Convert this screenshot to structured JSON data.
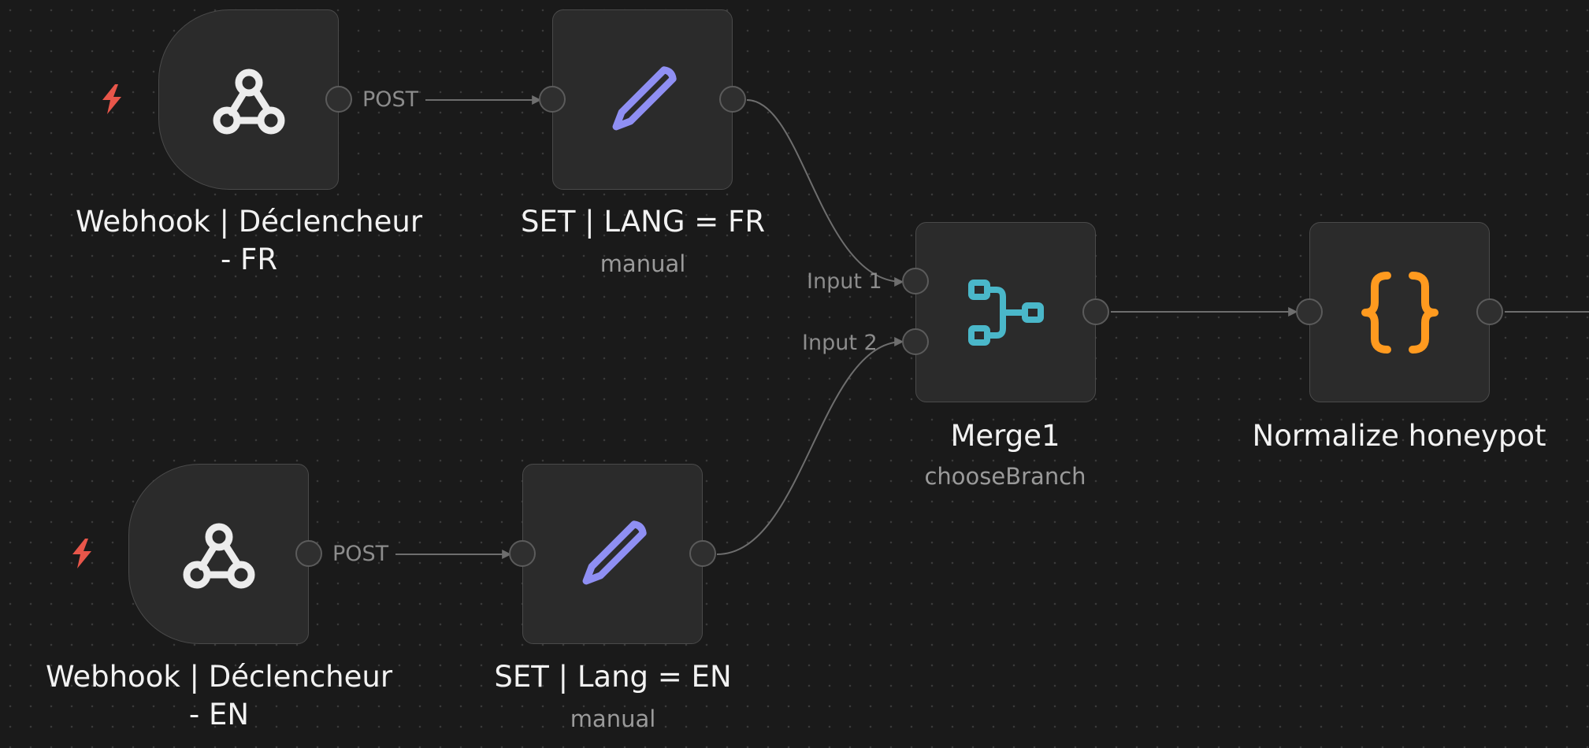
{
  "canvas": {
    "background": "#1a1a1a",
    "grid_dot_color": "#3a3a3a"
  },
  "colors": {
    "node_bg": "#2b2b2b",
    "node_border": "#4a4a4a",
    "edge": "#6e6e6e",
    "webhook_icon": "#ececec",
    "set_icon": "#8f8ff3",
    "merge_icon": "#4ab7c9",
    "code_icon": "#ff9a1f",
    "trigger_bolt": "#e8564a"
  },
  "nodes": [
    {
      "id": "webhook-fr",
      "type": "webhook-trigger",
      "icon": "webhook-icon",
      "title_line1": "Webhook | Déclencheur",
      "title_line2": "- FR",
      "output_label": "POST"
    },
    {
      "id": "set-fr",
      "type": "set",
      "icon": "pencil-icon",
      "title": "SET | LANG = FR",
      "subtitle": "manual"
    },
    {
      "id": "webhook-en",
      "type": "webhook-trigger",
      "icon": "webhook-icon",
      "title_line1": "Webhook | Déclencheur",
      "title_line2": "- EN",
      "output_label": "POST"
    },
    {
      "id": "set-en",
      "type": "set",
      "icon": "pencil-icon",
      "title": "SET | Lang = EN",
      "subtitle": "manual"
    },
    {
      "id": "merge1",
      "type": "merge",
      "icon": "merge-icon",
      "title": "Merge1",
      "subtitle": "chooseBranch",
      "input_labels": [
        "Input 1",
        "Input 2"
      ]
    },
    {
      "id": "normalize",
      "type": "code",
      "icon": "braces-icon",
      "title": "Normalize honeypot"
    }
  ]
}
